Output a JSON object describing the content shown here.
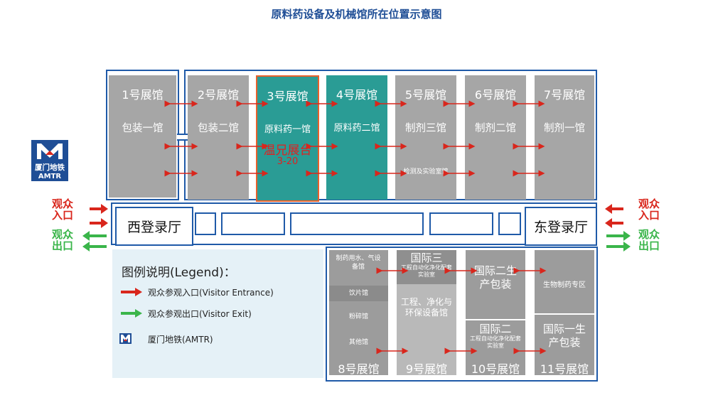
{
  "title": "原料药设备及机械馆所在位置示意图",
  "halls_top": [
    {
      "num": "1号展馆",
      "name": "包装一馆"
    },
    {
      "num": "2号展馆",
      "name": "包装二馆"
    },
    {
      "num": "3号展馆",
      "name": "原料药一馆"
    },
    {
      "num": "4号展馆",
      "name": "原料药二馆"
    },
    {
      "num": "5号展馆",
      "name": "制剂三馆"
    },
    {
      "num": "6号展馆",
      "name": "制剂二馆"
    },
    {
      "num": "7号展馆",
      "name": "制剂一馆"
    }
  ],
  "booth": {
    "name": "温兄展台",
    "code": "3-20"
  },
  "hall5_sub": "检测及实验室馆",
  "lobbies": {
    "west": "西登录厅",
    "east": "东登录厅"
  },
  "entrance_label": [
    "观众",
    "入口"
  ],
  "exit_label": [
    "观众",
    "出口"
  ],
  "entrance_label_east": [
    "观众",
    "入口"
  ],
  "exit_label_east": [
    "观众",
    "出口"
  ],
  "metro_logo": {
    "line1": "厦门地铁",
    "line2": "AMTR"
  },
  "legend": {
    "title": "图例说明(Legend)：",
    "entrance": "观众参观入口(Visitor Entrance)",
    "exit": "观众参观出口(Visitor Exit)",
    "metro": "厦门地铁(AMTR)"
  },
  "hall8": {
    "sections": [
      "制药用水、气设备馆",
      "饮片馆",
      "粉碎馆",
      "其他馆"
    ],
    "num": "8号展馆"
  },
  "hall9": {
    "intl3": "国际三",
    "intl3_sub": "工程自动化净化配套实验室",
    "main": "工程、净化与环保设备馆",
    "num": "9号展馆"
  },
  "hall10": {
    "top": "国际二生产包装",
    "bottom": "国际二",
    "bottom_sub": "工程自动化净化配套实验室",
    "num": "10号展馆"
  },
  "hall11": {
    "top": "生物制药专区",
    "bottom": "国际一生产包装",
    "num": "11号展馆"
  },
  "colors": {
    "accent": "#1f5aa8",
    "hall_gray": "#a6a6a6",
    "hall_teal": "#2a9c95",
    "booth_red": "#e02020",
    "entrance": "#d9261c",
    "exit": "#3ab54a"
  }
}
